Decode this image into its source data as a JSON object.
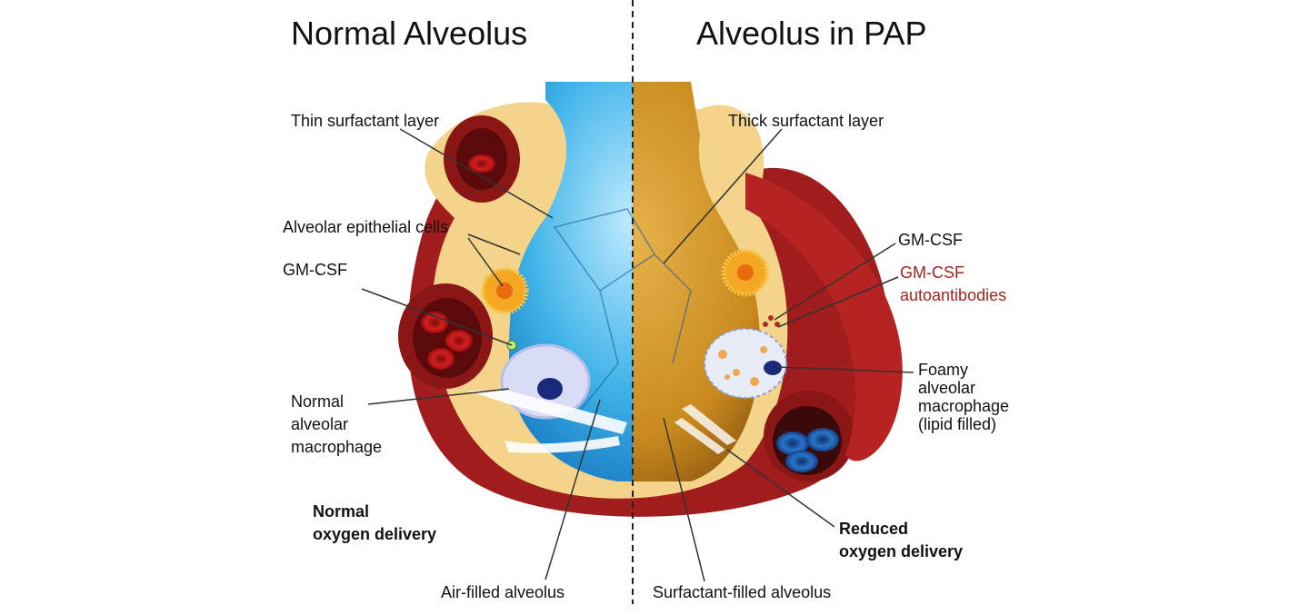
{
  "titles": {
    "left": "Normal Alveolus",
    "right": "Alveolus in PAP"
  },
  "left_labels": {
    "thin_surfactant": "Thin surfactant layer",
    "epithelial_cells": "Alveolar epithelial cells",
    "gmcsf": "GM-CSF",
    "macrophage": [
      "Normal",
      "alveolar",
      "macrophage"
    ],
    "oxygen": [
      "Normal",
      "oxygen delivery"
    ],
    "air_filled": "Air-filled alveolus"
  },
  "right_labels": {
    "thick_surfactant": "Thick surfactant layer",
    "gmcsf": "GM-CSF",
    "autoantibodies": [
      "GM-CSF",
      "autoantibodies"
    ],
    "foamy_macrophage": [
      "Foamy",
      "alveolar",
      "macrophage",
      "(lipid filled)"
    ],
    "oxygen": [
      "Reduced",
      "oxygen delivery"
    ],
    "surfactant_filled": "Surfactant-filled alveolus"
  },
  "colors": {
    "autoantibody_text": "#a3241c",
    "air": "#3fb3e8",
    "surfactant": "#c98a1e",
    "wall": "#9b1b1b",
    "surfactant_layer": "#f3d48a"
  }
}
